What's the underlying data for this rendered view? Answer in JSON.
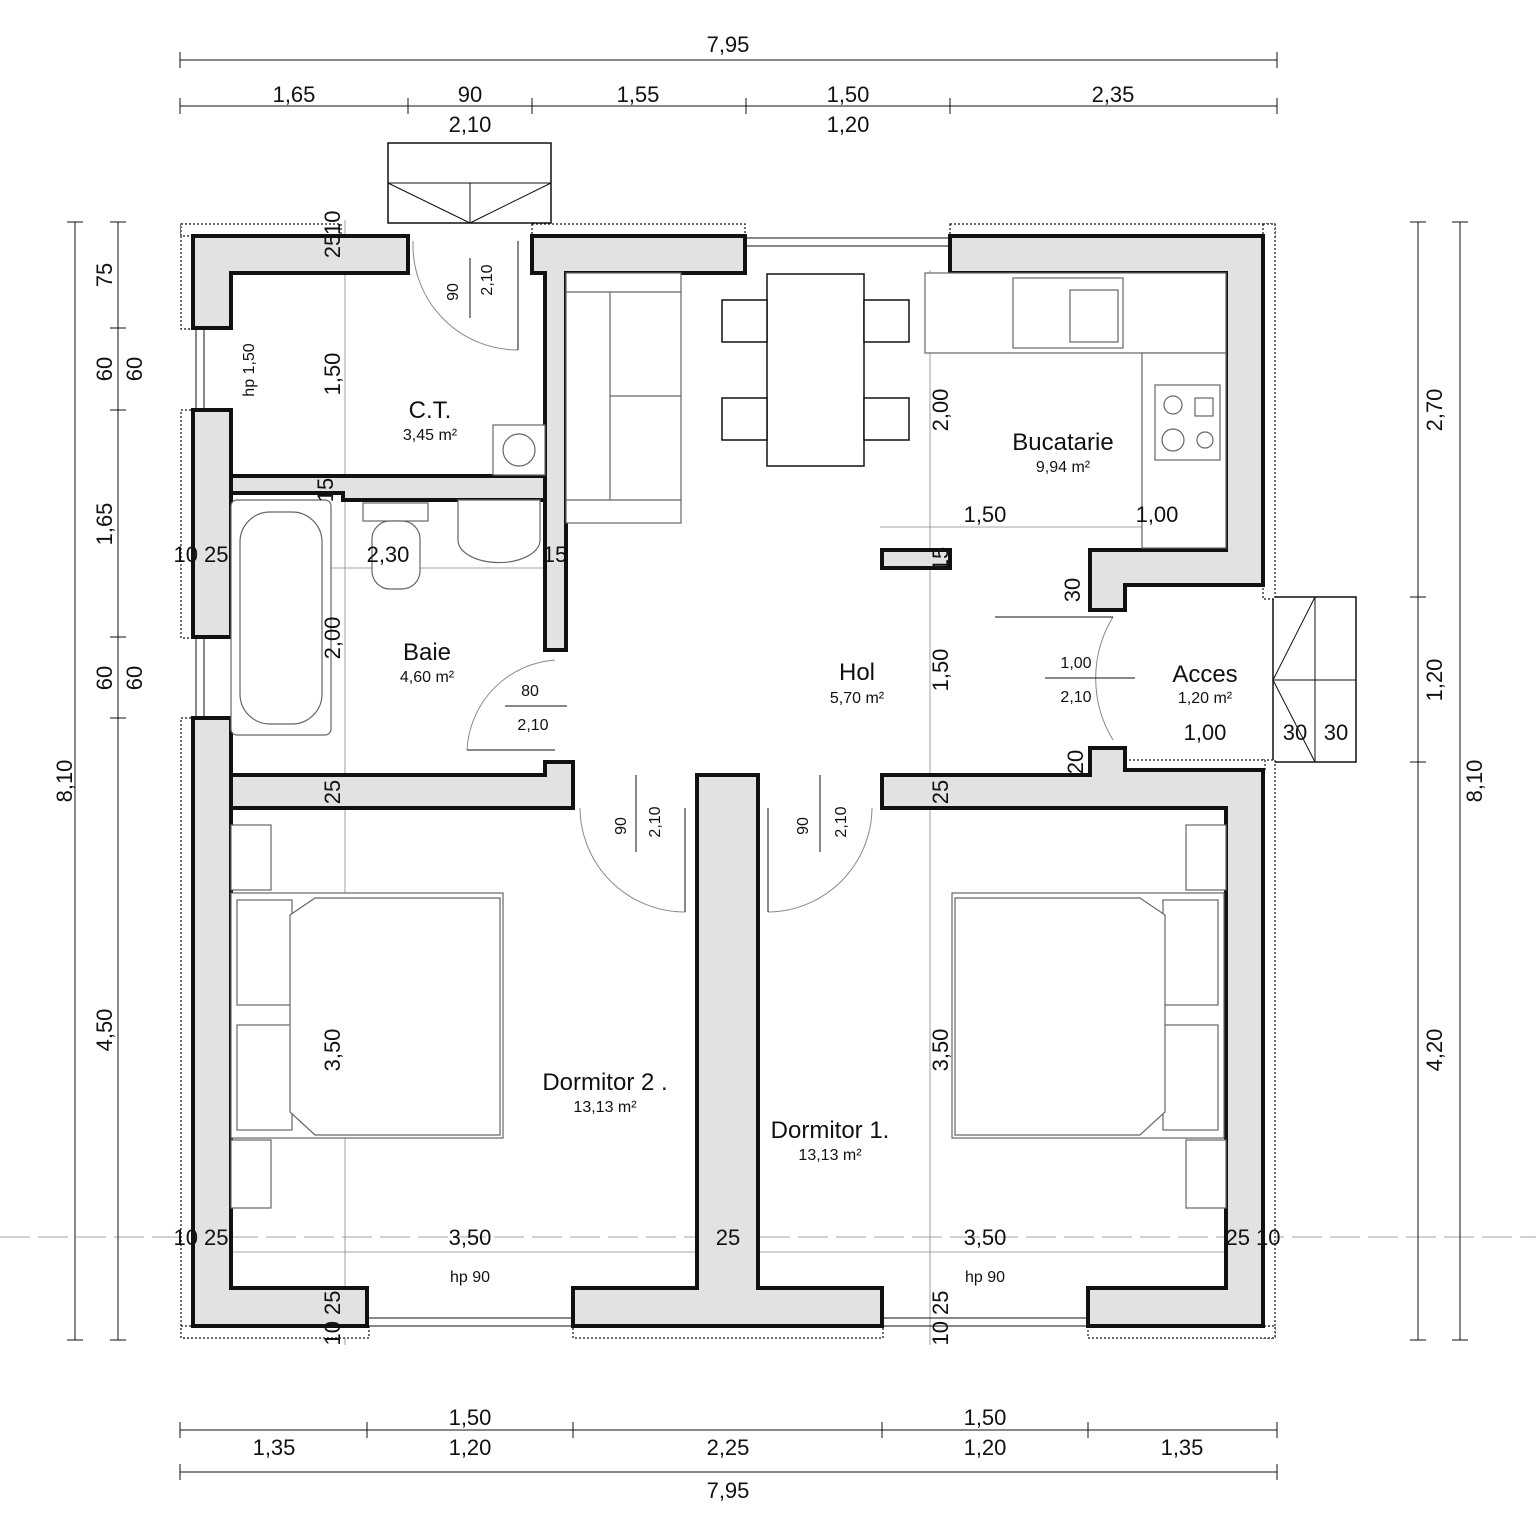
{
  "rooms": {
    "ct": {
      "name": "C.T.",
      "area": "3,45 m²"
    },
    "baie": {
      "name": "Baie",
      "area": "4,60 m²"
    },
    "hol": {
      "name": "Hol",
      "area": "5,70 m²"
    },
    "buc": {
      "name": "Bucatarie",
      "area": "9,94 m²"
    },
    "acces": {
      "name": "Acces",
      "area": "1,20 m²"
    },
    "d2": {
      "name": "Dormitor 2 .",
      "area": "13,13 m²"
    },
    "d1": {
      "name": "Dormitor 1.",
      "area": "13,13 m²"
    }
  },
  "dims": {
    "top_total": "7,95",
    "top_chain": [
      "1,65",
      "90",
      "1,55",
      "1,50",
      "2,35"
    ],
    "top_sub": [
      "2,10",
      "1,20"
    ],
    "bottom_upper": [
      "1,50",
      "1,50"
    ],
    "bottom_chain": [
      "1,35",
      "1,20",
      "2,25",
      "1,20",
      "1,35"
    ],
    "bottom_total": "7,95",
    "left_outer": "8,10",
    "left_chain": [
      "75",
      "60",
      "1,65",
      "60",
      "4,50"
    ],
    "left_chain2": [
      "60",
      "60"
    ],
    "right_outer": "8,10",
    "right_chain": [
      "2,70",
      "1,20",
      "4,20"
    ],
    "ct_w1": "25",
    "ct_w2": "10",
    "ct_h": "1,50",
    "ct_window": "hp 1,50",
    "ct_door_w": "90",
    "ct_door_h": "2,10",
    "wall15a": "15",
    "wall15b": "15",
    "wall15c": "15",
    "baie_w": "2,30",
    "baie_h": "2,00",
    "baie_wall": "10 25",
    "baie_door_w": "80",
    "baie_door_h": "2,10",
    "kitchen_h": "2,00",
    "kitchen_w1": "1,50",
    "kitchen_w2": "1,00",
    "hol_h": "1,50",
    "wall30": "30",
    "wall20": "20",
    "acces_door_w": "1,00",
    "acces_door_h": "2,10",
    "acces_w": "1,00",
    "acces_30a": "30",
    "acces_30b": "30",
    "wall25a": "25",
    "wall25b": "25",
    "d2_door_w": "90",
    "d2_door_h": "2,10",
    "d1_door_w": "90",
    "d1_door_h": "2,10",
    "d2_h": "3,50",
    "d1_h": "3,50",
    "d2_w": "3,50",
    "d1_w": "3,50",
    "mid_wall": "25",
    "left_wall": "10 25",
    "right_wall": "25 10",
    "bot_wall_l": "10 25",
    "bot_wall_r": "10 25",
    "hp90a": "hp 90",
    "hp90b": "hp 90"
  }
}
